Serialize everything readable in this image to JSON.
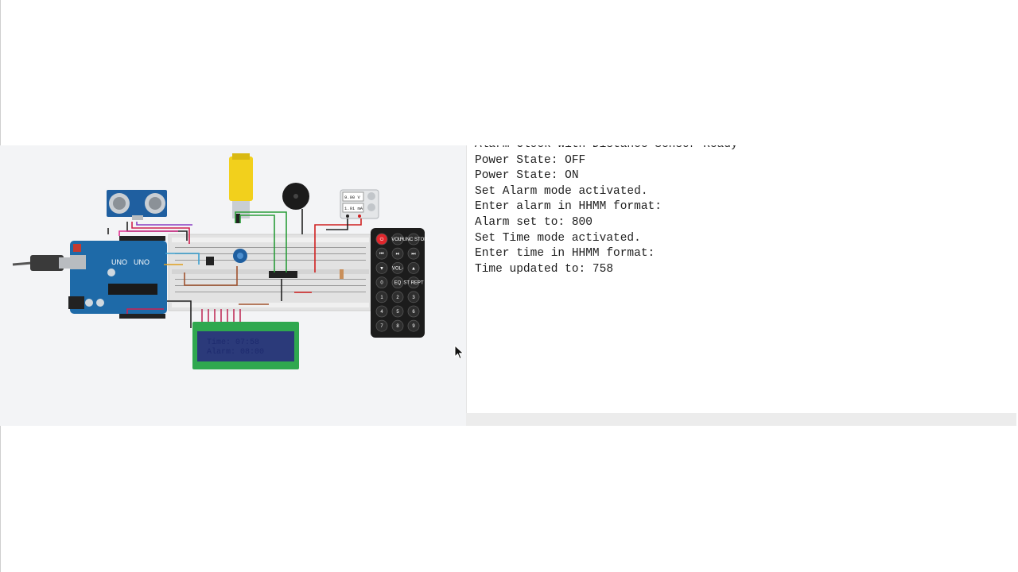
{
  "serial_monitor": {
    "lines": [
      "Alarm Clock with Distance Sensor Ready",
      "Power State: OFF",
      "Power State: ON",
      "Set Alarm mode activated.",
      "Enter alarm in HHMM format:",
      "Alarm set to: 800",
      "Set Time mode activated.",
      "Enter time in HHMM format:",
      "Time updated to: 758"
    ]
  },
  "circuit": {
    "arduino_label": "UNO",
    "lcd": {
      "line1": "Time: 07:58",
      "line2": "Alarm: 08:00"
    },
    "multimeter": {
      "voltage": "9.00 V",
      "current": "1.91 mA"
    },
    "remote": {
      "buttons": [
        "⏻",
        "VOL+",
        "FUNC STOP",
        "⏮",
        "⏯",
        "⏭",
        "▼",
        "VOL-",
        "▲",
        "0",
        "EQ",
        "ST REPT",
        "1",
        "2",
        "3",
        "4",
        "5",
        "6",
        "7",
        "8",
        "9"
      ]
    }
  },
  "colors": {
    "arduino_blue": "#1e6aa8",
    "lcd_green": "#2fa84f",
    "motor_yellow": "#f2d01c",
    "power_red": "#e0262c"
  }
}
